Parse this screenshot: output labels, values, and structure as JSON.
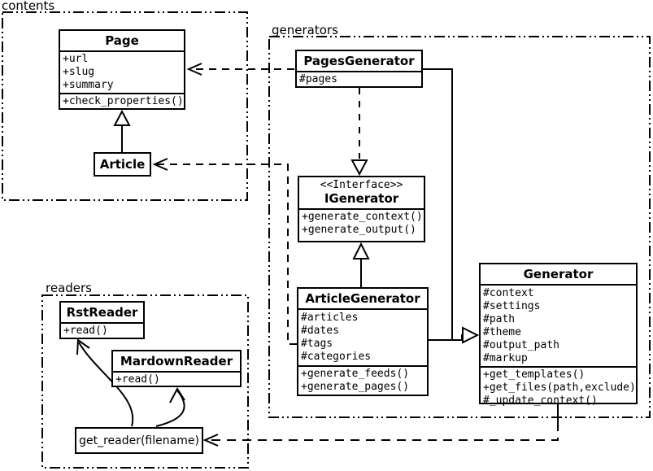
{
  "diagram": {
    "type": "uml-class-diagram",
    "background": "#ffffff",
    "line_color": "#000000"
  },
  "packages": {
    "contents": {
      "label": "contents"
    },
    "generators": {
      "label": "generators"
    },
    "readers": {
      "label": "readers"
    }
  },
  "classes": {
    "page": {
      "name": "Page",
      "attributes": [
        "+url",
        "+slug",
        "+summary"
      ],
      "methods": [
        "+check_properties()"
      ]
    },
    "article": {
      "name": "Article"
    },
    "pages_generator": {
      "name": "PagesGenerator",
      "attributes": [
        "#pages"
      ]
    },
    "igenerator": {
      "stereotype": "<<Interface>>",
      "name": "IGenerator",
      "methods": [
        "+generate_context()",
        "+generate_output()"
      ]
    },
    "article_generator": {
      "name": "ArticleGenerator",
      "attributes": [
        "#articles",
        "#dates",
        "#tags",
        "#categories"
      ],
      "methods": [
        "+generate_feeds()",
        "+generate_pages()"
      ]
    },
    "generator": {
      "name": "Generator",
      "attributes": [
        "#context",
        "#settings",
        "#path",
        "#theme",
        "#output_path",
        "#markup"
      ],
      "methods": [
        "+get_templates()",
        "+get_files(path,exclude)",
        "#_update_context()"
      ]
    },
    "rst_reader": {
      "name": "RstReader",
      "methods": [
        "+read()"
      ]
    },
    "mardown_reader": {
      "name": "MardownReader",
      "methods": [
        "+read()"
      ]
    },
    "get_reader": {
      "name": "get_reader(filename)"
    }
  },
  "relationships": [
    {
      "from": "Article",
      "to": "Page",
      "type": "inheritance",
      "line": "solid"
    },
    {
      "from": "PagesGenerator",
      "to": "Page",
      "type": "dependency",
      "line": "dashed"
    },
    {
      "from": "ArticleGenerator",
      "to": "Article",
      "type": "dependency",
      "line": "dashed"
    },
    {
      "from": "PagesGenerator",
      "to": "IGenerator",
      "type": "realization",
      "line": "dashed"
    },
    {
      "from": "ArticleGenerator",
      "to": "IGenerator",
      "type": "inheritance",
      "line": "solid"
    },
    {
      "from": "PagesGenerator",
      "to": "Generator",
      "type": "inheritance",
      "line": "solid"
    },
    {
      "from": "ArticleGenerator",
      "to": "Generator",
      "type": "inheritance",
      "line": "solid"
    },
    {
      "from": "Generator",
      "to": "get_reader(filename)",
      "type": "dependency",
      "line": "dashed"
    },
    {
      "from": "get_reader(filename)",
      "to": "RstReader",
      "type": "dependency",
      "line": "solid-curved"
    },
    {
      "from": "get_reader(filename)",
      "to": "MardownReader",
      "type": "dependency",
      "line": "solid-curved"
    }
  ]
}
